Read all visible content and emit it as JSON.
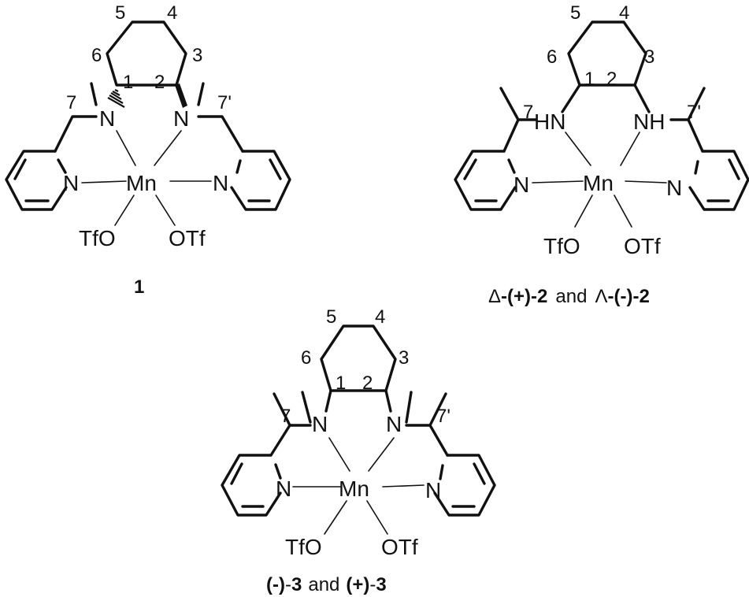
{
  "atoms": {
    "metal": "Mn",
    "nitrogen": "N",
    "amine_h": "HN",
    "amine_h_right": "NH",
    "triflate_left": "TfO",
    "triflate_right": "OTf"
  },
  "ring_numbers": {
    "c1": "1",
    "c2": "2",
    "c3": "3",
    "c4": "4",
    "c5": "5",
    "c6": "6",
    "c7": "7",
    "c7p": "7'"
  },
  "labels": {
    "complex1": "1",
    "complex2": {
      "delta": "Δ",
      "plus": "(+)",
      "dash1": "-",
      "dash2": "-",
      "num": "2",
      "and": "and",
      "lambda": "Λ",
      "minus": "(-)",
      "num2": "2"
    },
    "complex3": {
      "minus": "(-)",
      "dash1": "-",
      "num": "3",
      "and": "and",
      "plus": "(+)",
      "dash2": "-",
      "num2": "3"
    }
  }
}
